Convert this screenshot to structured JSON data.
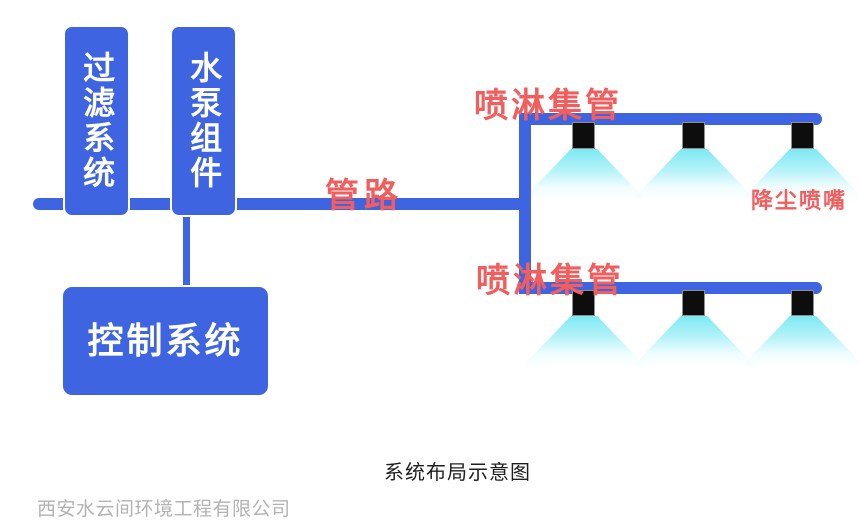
{
  "diagram": {
    "boxes": {
      "filter": "过滤系统",
      "pump": "水泵组件",
      "control": "控制系统"
    },
    "labels": {
      "pipeline": "管路",
      "spray_header_top": "喷淋集管",
      "spray_header_bottom": "喷淋集管",
      "dust_nozzle": "降尘喷嘴"
    },
    "nozzles_per_header": 3,
    "colors": {
      "pipe_blue": "#3e64e2",
      "label_red": "#f25e5e",
      "spray_cyan": "#76e7f3",
      "nozzle_black": "#0d0d0d",
      "box_text_white": "#ffffff",
      "footer_gray": "#b3b3b3"
    }
  },
  "caption": "系统布局示意图",
  "footer": {
    "company": "西安水云间环境工程有限公司"
  }
}
